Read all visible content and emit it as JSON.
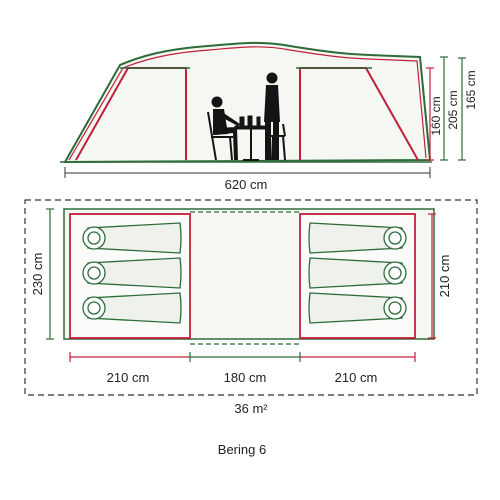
{
  "colors": {
    "green": "#2e6b3a",
    "red": "#c0203a",
    "dark": "#333333",
    "fill": "#f4f7f2",
    "figure": "#141414"
  },
  "side_view": {
    "width_label": "620 cm",
    "height_labels": [
      "160 cm",
      "205 cm",
      "165 cm"
    ]
  },
  "floor_plan": {
    "depth_label": "230 cm",
    "bedroom_depth_label": "210 cm",
    "widths": [
      "210 cm",
      "180 cm",
      "210 cm"
    ],
    "area_label": "36 m²"
  },
  "product_name": "Bering 6"
}
